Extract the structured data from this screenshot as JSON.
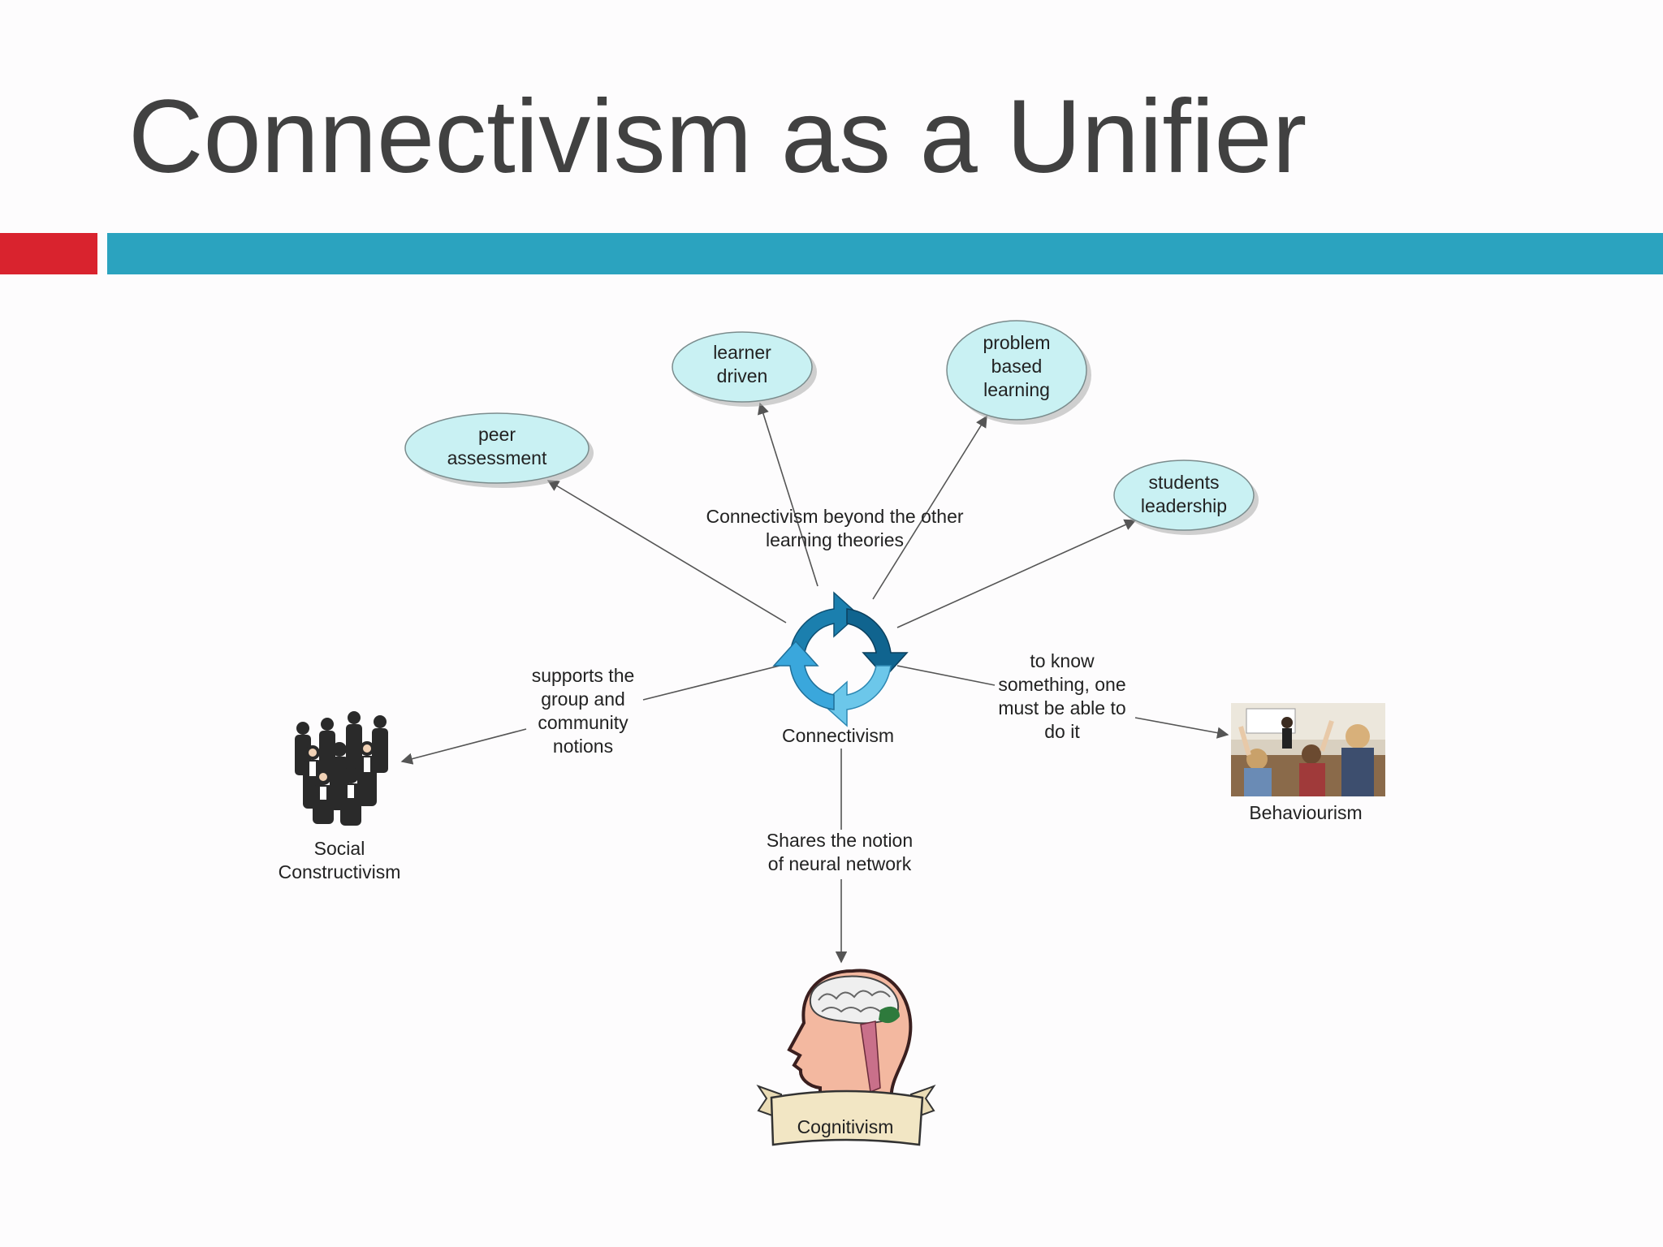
{
  "title": "Connectivism as a Unifier",
  "colors": {
    "accent_red": "#d9232e",
    "accent_blue": "#2ba3bf",
    "bubble": "#c9f1f3",
    "title": "#414141"
  },
  "diagram": {
    "center": {
      "label": "Connectivism",
      "icon": "cycle-arrows-icon"
    },
    "top_caption": [
      "Connectivism beyond the other",
      "learning theories"
    ],
    "bubbles": {
      "peer_assessment": [
        "peer",
        "assessment"
      ],
      "learner_driven": [
        "learner",
        "driven"
      ],
      "problem_based": [
        "problem",
        "based",
        "learning"
      ],
      "students_leadership": [
        "students",
        "leadership"
      ]
    },
    "links": {
      "social": [
        "supports the",
        "group and",
        "community",
        "notions"
      ],
      "behaviourism": [
        "to know",
        "something, one",
        "must be able to",
        "do it"
      ],
      "cognitivism": [
        "Shares the notion",
        "of neural network"
      ]
    },
    "nodes": {
      "social": [
        "Social",
        "Constructivism"
      ],
      "behaviourism": "Behaviourism",
      "cognitivism": "Cognitivism"
    }
  }
}
